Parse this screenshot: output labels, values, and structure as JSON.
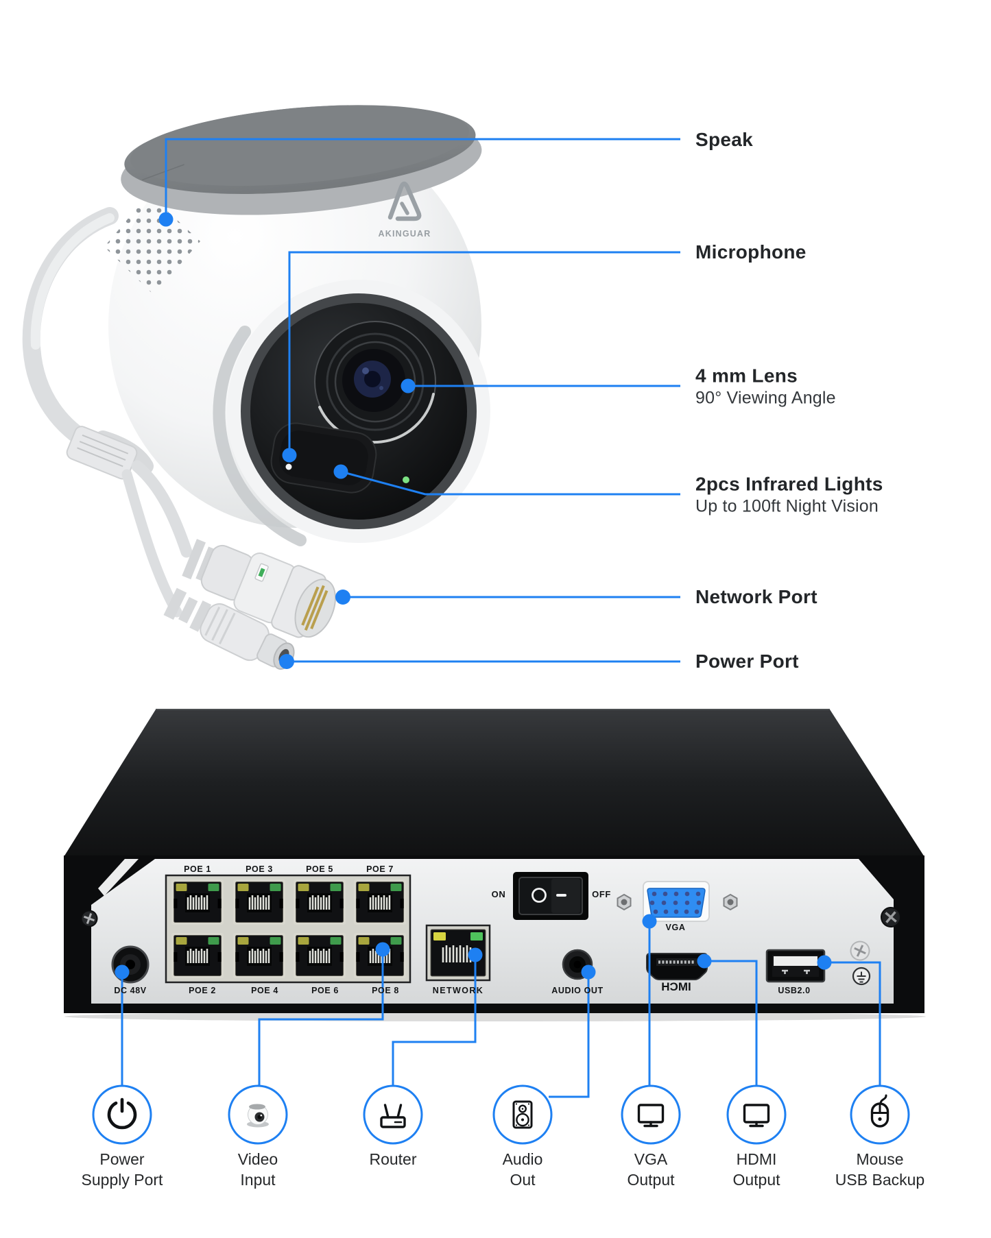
{
  "colors": {
    "accent": "#1E80F2",
    "ink": "#232629",
    "chassis": "#0B0C0D",
    "panel": "#E7E9EA",
    "vga_blue": "#2F8DF2"
  },
  "camera": {
    "brand": "AKINGUAR",
    "callouts": [
      {
        "title": "Speak",
        "subtitle": ""
      },
      {
        "title": "Microphone",
        "subtitle": ""
      },
      {
        "title": "4 mm Lens",
        "subtitle": "90° Viewing Angle"
      },
      {
        "title": "2pcs Infrared Lights",
        "subtitle": "Up to 100ft Night Vision"
      },
      {
        "title": "Network Port",
        "subtitle": ""
      },
      {
        "title": "Power Port",
        "subtitle": ""
      }
    ]
  },
  "nvr": {
    "poe_labels_top": [
      "POE 1",
      "POE 3",
      "POE 5",
      "POE 7"
    ],
    "poe_labels_bottom": [
      "POE 2",
      "POE 4",
      "POE 6",
      "POE 8"
    ],
    "dc_label": "DC 48V",
    "network_label": "NETWORK",
    "audio_label": "AUDIO OUT",
    "hdmi_logo": "HƆMI",
    "usb_label": "USB2.0",
    "vga_label": "VGA",
    "switch_on": "ON",
    "switch_off": "OFF"
  },
  "legend": [
    {
      "icon": "power-icon",
      "lines": [
        "Power",
        "Supply Port"
      ]
    },
    {
      "icon": "camera-icon",
      "lines": [
        "Video",
        "Input"
      ]
    },
    {
      "icon": "router-icon",
      "lines": [
        "Router",
        ""
      ]
    },
    {
      "icon": "speaker-icon",
      "lines": [
        "Audio",
        "Out"
      ]
    },
    {
      "icon": "monitor-icon",
      "lines": [
        "VGA",
        "Output"
      ]
    },
    {
      "icon": "monitor-icon",
      "lines": [
        "HDMI",
        "Output"
      ]
    },
    {
      "icon": "mouse-icon",
      "lines": [
        "Mouse",
        "USB Backup"
      ]
    }
  ]
}
